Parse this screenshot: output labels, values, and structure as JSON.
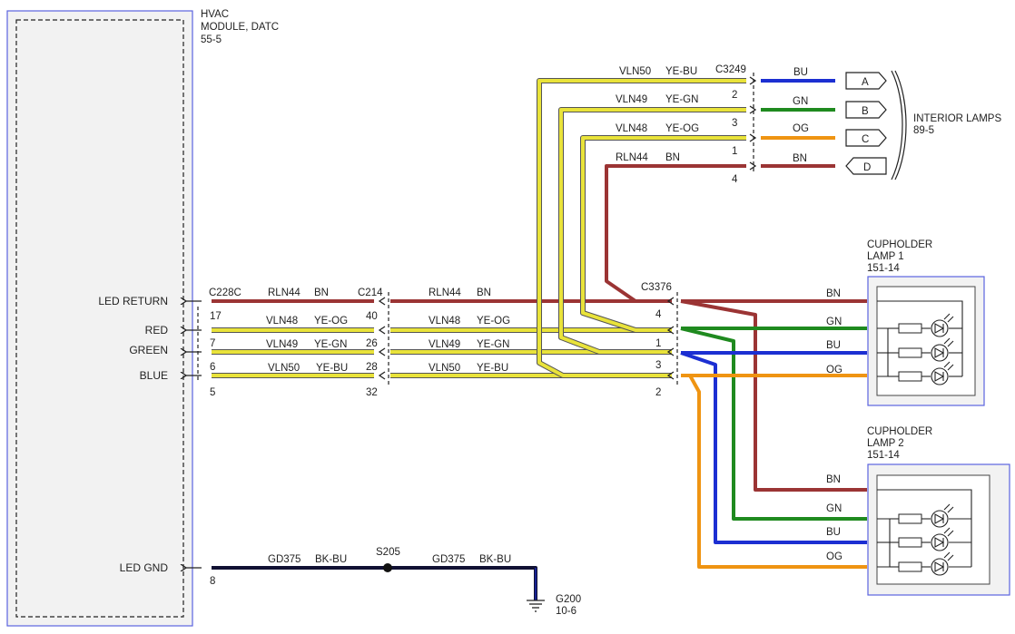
{
  "hvac": {
    "name_line1": "HVAC",
    "name_line2": "MODULE, DATC",
    "ref": "55-5"
  },
  "module_signals": {
    "led_return": "LED RETURN",
    "red": "RED",
    "green": "GREEN",
    "blue": "BLUE",
    "led_gnd": "LED GND"
  },
  "connectors": {
    "c228c": "C228C",
    "c214": "C214",
    "c3376": "C3376",
    "c3249": "C3249"
  },
  "pins": {
    "c228c": [
      "17",
      "7",
      "6",
      "5",
      "8"
    ],
    "c214": [
      "40",
      "26",
      "28",
      "32"
    ],
    "c3376": [
      "4",
      "1",
      "3",
      "2"
    ],
    "c3249": [
      "2",
      "3",
      "1",
      "4"
    ]
  },
  "circuits": {
    "rln44": "RLN44",
    "vln48": "VLN48",
    "vln49": "VLN49",
    "vln50": "VLN50",
    "gd375": "GD375"
  },
  "wire_colors": {
    "bn": "BN",
    "ye_og": "YE-OG",
    "ye_gn": "YE-GN",
    "ye_bu": "YE-BU",
    "bk_bu": "BK-BU",
    "bu": "BU",
    "gn": "GN",
    "og": "OG"
  },
  "splice": "S205",
  "ground": {
    "name": "G200",
    "ref": "10-6"
  },
  "interior_lamps": {
    "name": "INTERIOR LAMPS",
    "ref": "89-5",
    "pins": [
      "A",
      "B",
      "C",
      "D"
    ]
  },
  "cupholder_lamp_1": {
    "line1": "CUPHOLDER",
    "line2": "LAMP 1",
    "ref": "151-14"
  },
  "cupholder_lamp_2": {
    "line1": "CUPHOLDER",
    "line2": "LAMP 2",
    "ref": "151-14"
  },
  "colors": {
    "brown": "#9b3434",
    "yellow": "#e9e33a",
    "blue": "#1c2fd2",
    "green": "#1f8a1f",
    "orange": "#ef9412",
    "black": "#111133",
    "box_border": "#5b63e0"
  }
}
